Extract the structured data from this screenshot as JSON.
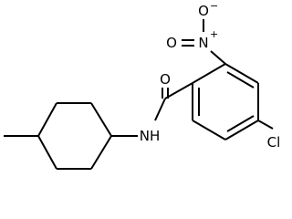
{
  "molecule": {
    "atoms": {
      "o_minus": "O",
      "o_minus_charge": "−",
      "n_plus": "N",
      "n_plus_charge": "+",
      "o_nitro": "O",
      "o_carbonyl": "O",
      "nh": "NH",
      "cl": "Cl"
    },
    "colors": {
      "bond": "#000000",
      "label": "#000000",
      "background": "#ffffff"
    }
  }
}
